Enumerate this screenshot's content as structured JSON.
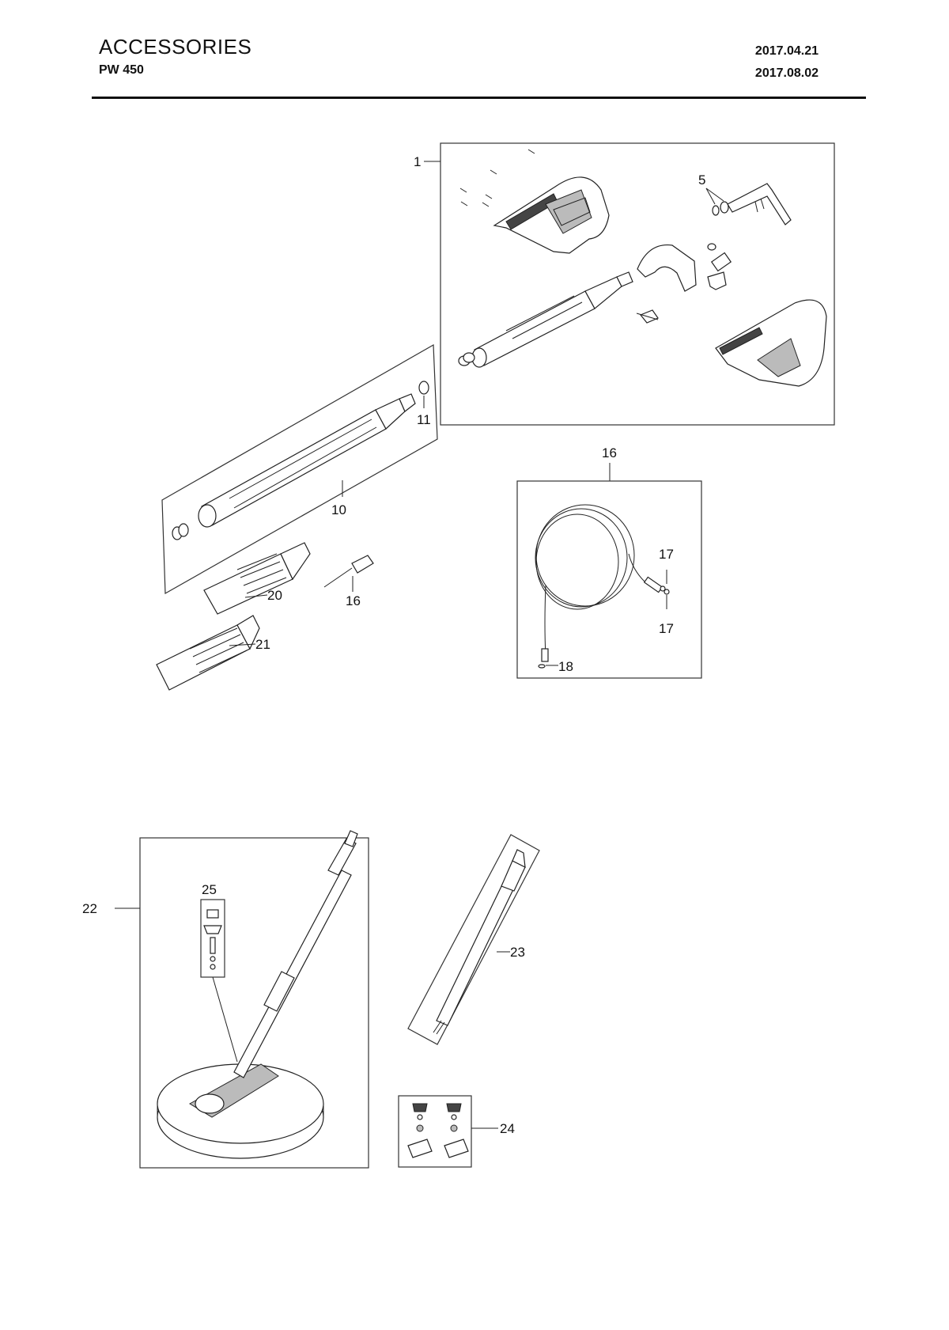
{
  "header": {
    "title": "ACCESSORIES",
    "model": "PW 450",
    "date_1": "2017.04.21",
    "date_2": "2017.08.02"
  },
  "callouts": {
    "c1": "1",
    "c5": "5",
    "c10": "10",
    "c11": "11",
    "c16a": "16",
    "c16b": "16",
    "c17a": "17",
    "c17b": "17",
    "c18": "18",
    "c20": "20",
    "c21": "21",
    "c22": "22",
    "c23": "23",
    "c24": "24",
    "c25": "25"
  }
}
